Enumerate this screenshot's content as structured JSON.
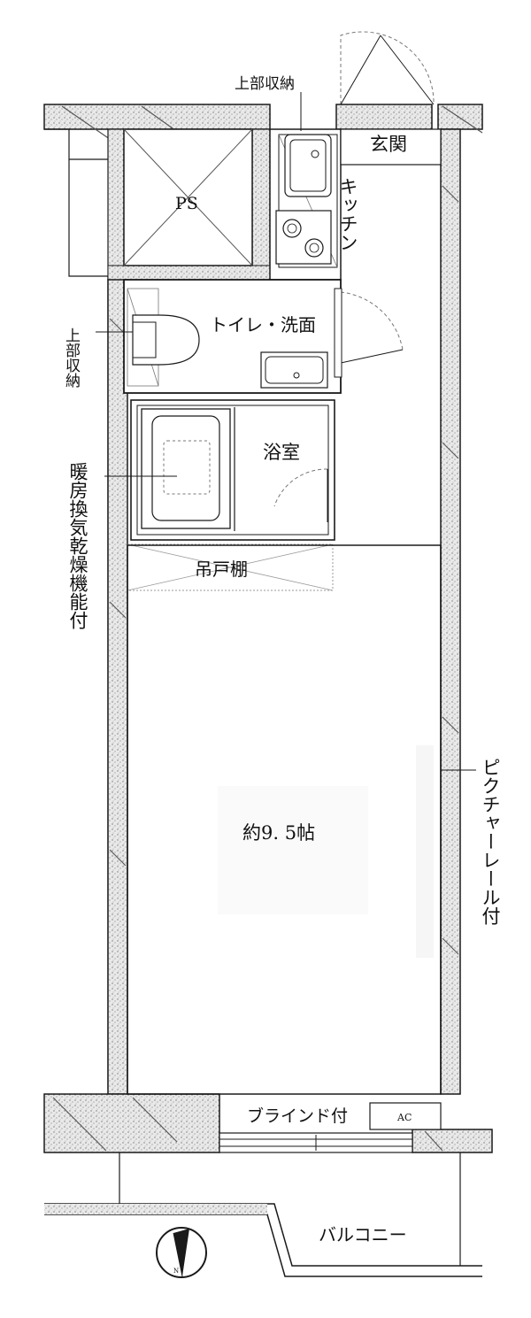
{
  "labels": {
    "upper_storage_top": "上部収納",
    "entrance": "玄関",
    "ps": "PS",
    "kitchen": "キッチン",
    "toilet_washroom": "トイレ・洗面",
    "upper_storage_left": "上部収納",
    "heating_ventilation": "暖房換気乾燥機能付",
    "bathroom": "浴室",
    "hanging_cupboard": "吊戸棚",
    "room_size": "約9. 5帖",
    "picture_rail": "ピクチャーレール付",
    "blind": "ブラインド付",
    "ac": "AC",
    "balcony": "バルコニー",
    "north": "N"
  },
  "colors": {
    "line": "#1a1a1a",
    "wall_fill": "#d8d8d8",
    "wall_hatch": "#555555",
    "dashed": "#777777"
  }
}
